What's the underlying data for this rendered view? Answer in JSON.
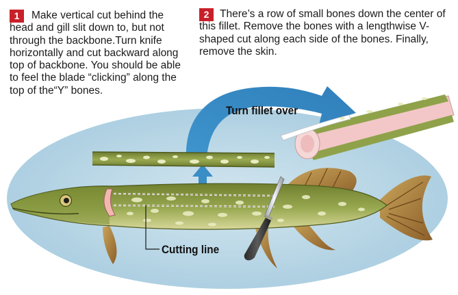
{
  "steps": [
    {
      "number": "1",
      "text": "Make vertical cut behind the head and gill slit down to, but not through the backbone.Turn knife horizontally and cut backward along top of backbone. You should be able to feel the blade “clicking” along the top of the“Y” bones."
    },
    {
      "number": "2",
      "text": "There’s a row of small bones down the center of this fillet. Remove the bones with a lengthwise V-shaped cut along each side of the bones. Finally, remove the skin."
    }
  ],
  "labels": {
    "turn_fillet": "Turn fillet over",
    "cutting_line": "Cutting line"
  },
  "colors": {
    "step_badge": "#c8202a",
    "background_oval": "#b9d7e6",
    "arrow_blue": "#3a8ec6",
    "fish_body": "#8fa24a",
    "fish_spots": "#e9ecc0",
    "fillet_flesh": "#f3c7c7"
  },
  "icons": [
    "fish-illustration",
    "fillet-knife-icon",
    "fillet-piece",
    "rolled-fillet",
    "curved-arrow-icon",
    "up-arrow-icon"
  ]
}
